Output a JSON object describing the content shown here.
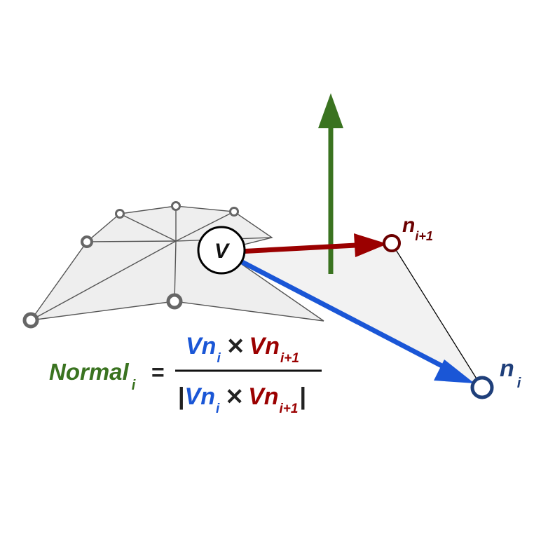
{
  "colors": {
    "mesh_line": "#555555",
    "mesh_fill": "#eeeeee",
    "vertex_ring": "#666666",
    "normal_green": "#3a7320",
    "vn_i_blue": "#1a56d6",
    "vn_i1_red": "#9b0000",
    "n_i_point": "#1f3f7a",
    "n_i1_point": "#6b0000"
  },
  "labels": {
    "center_vertex": "V",
    "n_i": {
      "base": "n",
      "sub": "i"
    },
    "n_i1": {
      "base": "n",
      "sub": "i+1"
    }
  },
  "formula": {
    "lhs": {
      "base": "Normal",
      "sub": "i"
    },
    "equals": "=",
    "numerator": {
      "left": {
        "base": "Vn",
        "sub": "i"
      },
      "op": "✕",
      "right": {
        "base": "Vn",
        "sub": "i+1"
      }
    },
    "denominator": {
      "open": "|",
      "left": {
        "base": "Vn",
        "sub": "i"
      },
      "op": "✕",
      "right": {
        "base": "Vn",
        "sub": "i+1"
      },
      "close": "|"
    }
  }
}
